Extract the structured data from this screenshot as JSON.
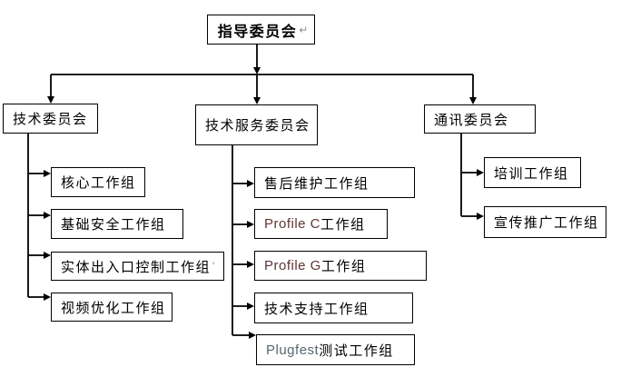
{
  "diagram": {
    "type": "org-chart",
    "root": {
      "label": "指导委员会",
      "linebreak_mark": "↵"
    },
    "committees": [
      {
        "label": "技术委员会"
      },
      {
        "label": "技术服务委员会"
      },
      {
        "label": "通讯委员会"
      }
    ],
    "technical_groups": [
      {
        "label": "核心工作组"
      },
      {
        "label": "基础安全工作组"
      },
      {
        "label": "实体出入口控制工作组",
        "mark": "'"
      },
      {
        "label": "视频优化工作组"
      }
    ],
    "technical_service_groups": [
      {
        "latin": "",
        "cjk": "售后维护工作组"
      },
      {
        "latin": "Profile C",
        "cjk": " 工作组"
      },
      {
        "latin": "Profile G",
        "cjk": " 工作组"
      },
      {
        "latin": "",
        "cjk": "技术支持工作组"
      },
      {
        "latin": "Plugfest",
        "cjk": " 测试工作组"
      }
    ],
    "communications_groups": [
      {
        "label": "培训工作组"
      },
      {
        "label": "宣传推广工作组"
      }
    ],
    "colors": {
      "line": "#000000",
      "box_border": "#000000",
      "box_background": "#ffffff",
      "text": "#000000",
      "profile_latin_text": "#5f3535",
      "plugfest_latin_text": "#56666e",
      "mark": "#8a8a8a"
    }
  }
}
